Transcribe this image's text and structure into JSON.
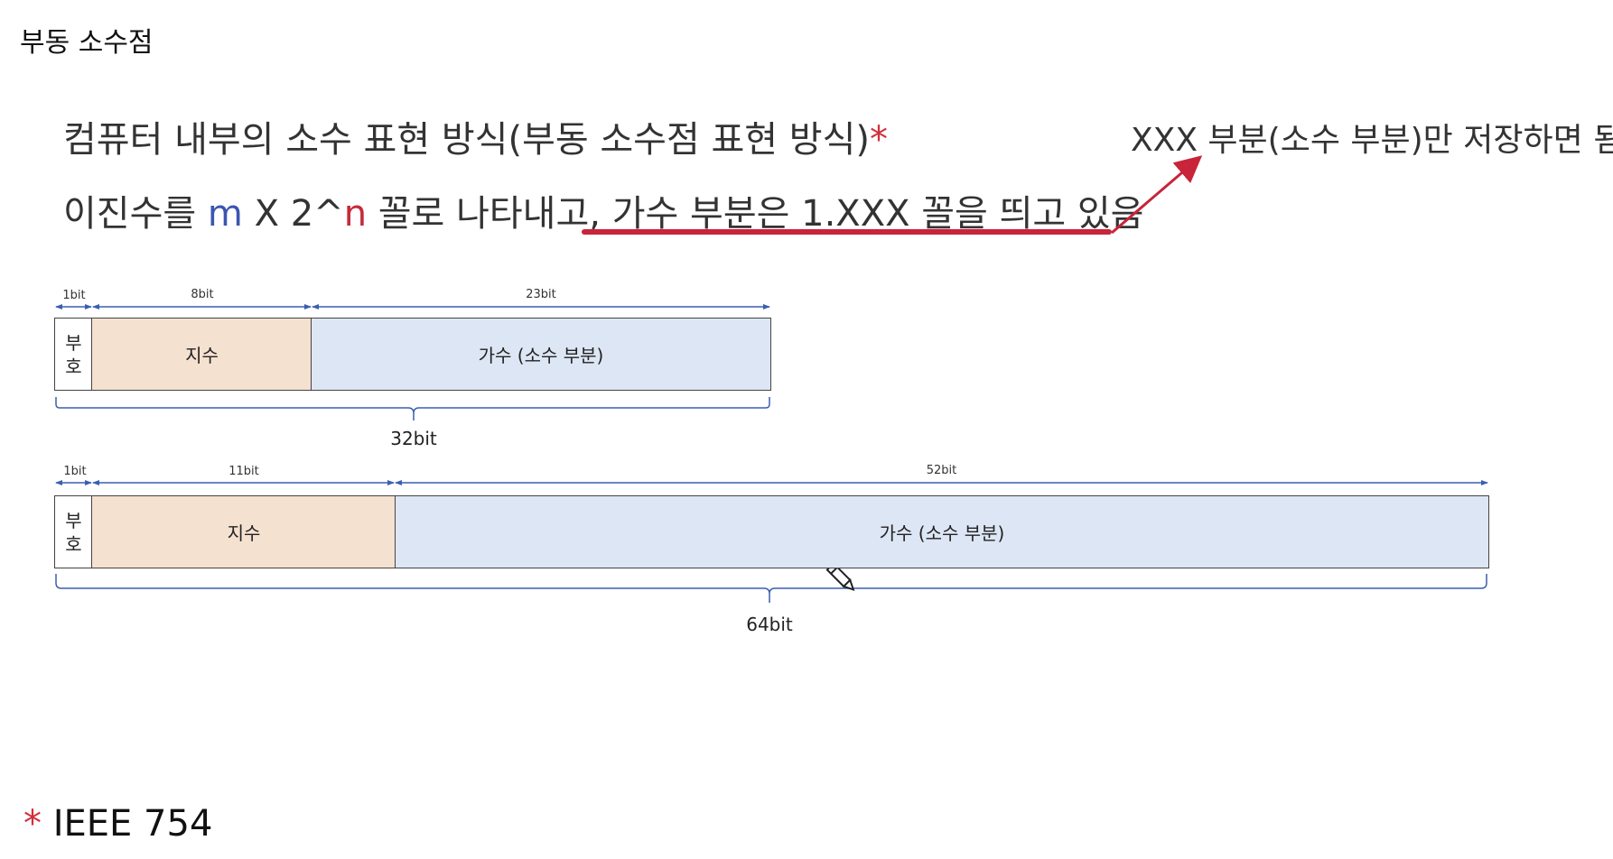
{
  "slide_title": "부동 소수점",
  "line1": {
    "text": "컴퓨터 내부의 소수 표현 방식(부동 소수점 표현 방식)",
    "star": "*"
  },
  "line2": {
    "prefix": "이진수를 ",
    "m": "m",
    "mid": " X 2^",
    "n": "n",
    "after": " 꼴로 나타내고, ",
    "underlined": "가수 부분은 1.XXX 꼴을 띄고 있음"
  },
  "note": "XXX 부분(소수 부분)만 저장하면 됨",
  "format32": {
    "sign_bits": "1bit",
    "exp_bits": "8bit",
    "man_bits": "23bit",
    "sign_top": "부",
    "sign_bottom": "호",
    "exp_label": "지수",
    "man_label": "가수 (소수 부분)",
    "total": "32bit"
  },
  "format64": {
    "sign_bits": "1bit",
    "exp_bits": "11bit",
    "man_bits": "52bit",
    "sign_top": "부",
    "sign_bottom": "호",
    "exp_label": "지수",
    "man_label": "가수 (소수 부분)",
    "total": "64bit"
  },
  "footnote": {
    "star": "*",
    "text": " IEEE 754"
  },
  "colors": {
    "accent_red": "#c8243a",
    "accent_blue": "#3b55b0",
    "exponent_fill": "#f5e1d0",
    "mantissa_fill": "#dde6f4",
    "dimension_line": "#3a5fb0"
  },
  "icons": [
    "pencil-cursor-icon"
  ]
}
